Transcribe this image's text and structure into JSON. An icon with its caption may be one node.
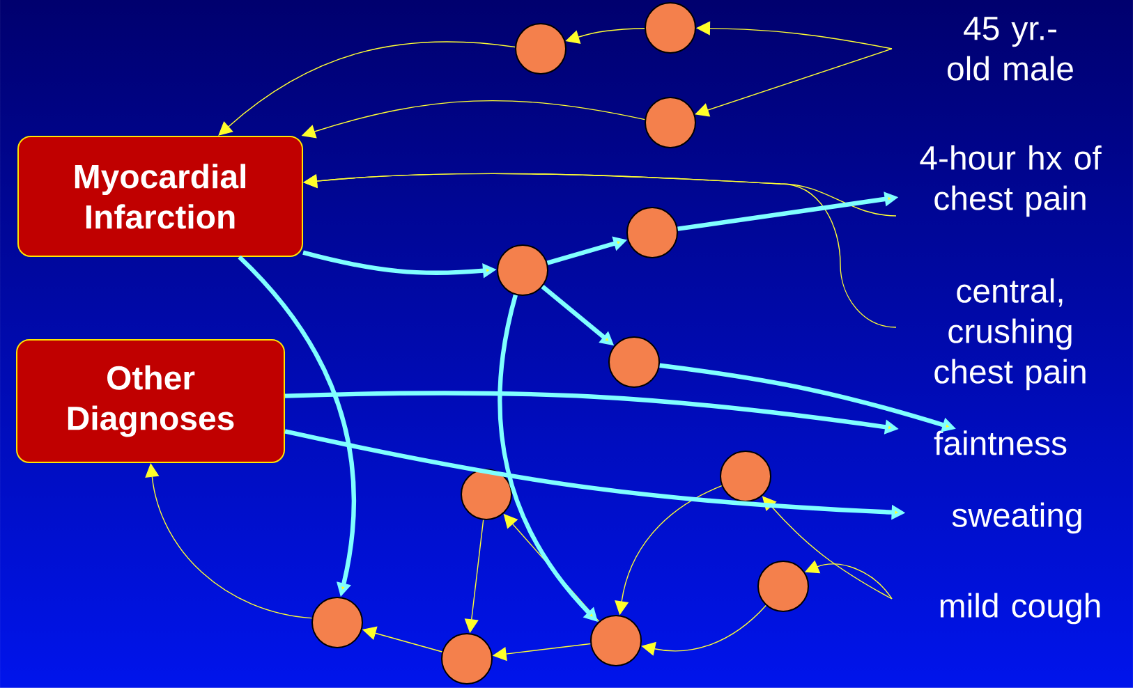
{
  "diagram": {
    "nodes": [
      {
        "text": [
          "Myocardial Infarction"
        ]
      },
      {
        "text": [
          "Other Diagnoses"
        ]
      },
      {
        "text": [
          "45 yr.-old male"
        ]
      },
      {
        "text": [
          "4-hour hx of chest pain"
        ]
      },
      {
        "text": [
          "central, crushing chest pain"
        ]
      },
      {
        "text": [
          "faintness"
        ]
      },
      {
        "text": [
          "sweating"
        ]
      },
      {
        "text": [
          "mild cough"
        ]
      },
      {
        "text": [],
        "shape": "circle"
      },
      {
        "text": [],
        "shape": "circle"
      },
      {
        "text": [],
        "shape": "circle"
      },
      {
        "text": [],
        "shape": "circle"
      },
      {
        "text": [],
        "shape": "circle"
      },
      {
        "text": [],
        "shape": "circle"
      },
      {
        "text": [],
        "shape": "circle"
      },
      {
        "text": [],
        "shape": "circle"
      },
      {
        "text": [],
        "shape": "circle"
      },
      {
        "text": [],
        "shape": "circle"
      },
      {
        "text": [],
        "shape": "circle"
      },
      {
        "text": [],
        "shape": "circle"
      }
    ],
    "edges": [
      {
        "from": 2,
        "to": 9,
        "arrow": "to"
      },
      {
        "from": 2,
        "to": 10,
        "arrow": "to"
      },
      {
        "from": 9,
        "to": 8,
        "arrow": "to"
      },
      {
        "from": 8,
        "to": 0,
        "arrow": "to"
      },
      {
        "from": 10,
        "to": 0,
        "arrow": "to"
      },
      {
        "from": 3,
        "to": 0,
        "arrow": "to"
      },
      {
        "from": 4,
        "to": 0,
        "arrow": "to"
      },
      {
        "from": 7,
        "to": 14,
        "arrow": "to"
      },
      {
        "from": 7,
        "to": 16,
        "arrow": "to"
      },
      {
        "from": 14,
        "to": 18,
        "arrow": "to"
      },
      {
        "from": 16,
        "to": 18,
        "arrow": "to"
      },
      {
        "from": 18,
        "to": 19,
        "arrow": "to"
      },
      {
        "from": 18,
        "to": 15,
        "arrow": "to"
      },
      {
        "from": 15,
        "to": 19,
        "arrow": "to"
      },
      {
        "from": 19,
        "to": 17,
        "arrow": "to"
      },
      {
        "from": 17,
        "to": 1,
        "arrow": "to"
      },
      {
        "from": 0,
        "to": 12,
        "arrow": "to",
        "style": "thick",
        "color": "#80ffff"
      },
      {
        "from": 12,
        "to": 11,
        "arrow": "to",
        "style": "thick",
        "color": "#80ffff"
      },
      {
        "from": 11,
        "to": 3,
        "arrow": "to",
        "style": "thick",
        "color": "#80ffff"
      },
      {
        "from": 12,
        "to": 13,
        "arrow": "to",
        "style": "thick",
        "color": "#80ffff"
      },
      {
        "from": 13,
        "to": 5,
        "arrow": "to",
        "style": "thick",
        "color": "#80ffff"
      },
      {
        "from": 0,
        "to": 17,
        "arrow": "to",
        "style": "thick",
        "color": "#80ffff"
      },
      {
        "from": 12,
        "to": 18,
        "arrow": "to",
        "style": "thick",
        "color": "#80ffff"
      },
      {
        "from": 1,
        "to": 5,
        "arrow": "to",
        "style": "thick",
        "color": "#80ffff"
      },
      {
        "from": 1,
        "to": 6,
        "arrow": "to",
        "style": "thick",
        "color": "#80ffff"
      }
    ]
  }
}
